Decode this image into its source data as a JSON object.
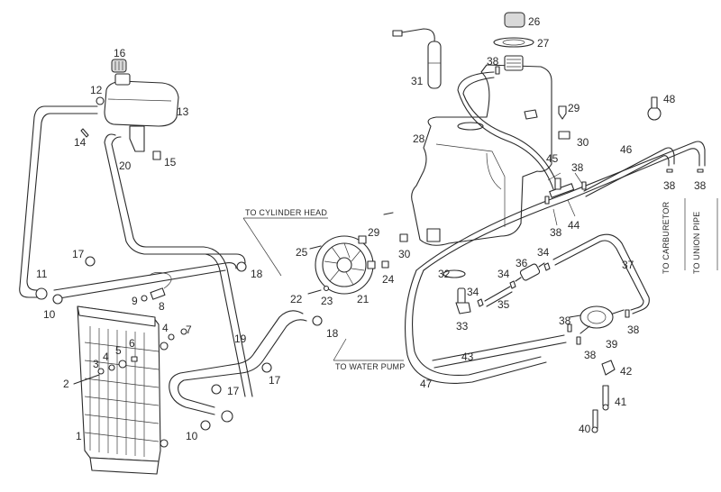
{
  "diagram": {
    "type": "exploded parts diagram",
    "subject": "cooling system and fuel tank assembly",
    "line_color": "#2a2a2a",
    "background_color": "#ffffff"
  },
  "annotations": {
    "to_cylinder_head": "TO CYLINDER HEAD",
    "to_water_pump": "TO WATER PUMP",
    "to_carburetor": "TO CARBURETOR",
    "to_union_pipe": "TO UNION PIPE"
  },
  "callouts": {
    "c1": "1",
    "c2": "2",
    "c3": "3",
    "c4a": "4",
    "c4b": "4",
    "c5": "5",
    "c6": "6",
    "c7": "7",
    "c8": "8",
    "c9": "9",
    "c10a": "10",
    "c10b": "10",
    "c11": "11",
    "c12": "12",
    "c13": "13",
    "c14": "14",
    "c15": "15",
    "c16": "16",
    "c17a": "17",
    "c17b": "17",
    "c17c": "17",
    "c18a": "18",
    "c18b": "18",
    "c19": "19",
    "c20": "20",
    "c21": "21",
    "c22": "22",
    "c23": "23",
    "c24": "24",
    "c25": "25",
    "c26": "26",
    "c27": "27",
    "c28": "28",
    "c29a": "29",
    "c29b": "29",
    "c30a": "30",
    "c30b": "30",
    "c31": "31",
    "c32": "32",
    "c33": "33",
    "c34a": "34",
    "c34b": "34",
    "c34c": "34",
    "c35": "35",
    "c36": "36",
    "c37": "37",
    "c38a": "38",
    "c38b": "38",
    "c38c": "38",
    "c38d": "38",
    "c38e": "38",
    "c38f": "38",
    "c38g": "38",
    "c38h": "38",
    "c39": "39",
    "c40": "40",
    "c41": "41",
    "c42": "42",
    "c43": "43",
    "c44": "44",
    "c45": "45",
    "c46": "46",
    "c47": "47",
    "c48": "48"
  },
  "parts": [
    {
      "ref": "1",
      "name": "radiator"
    },
    {
      "ref": "13",
      "name": "expansion tank"
    },
    {
      "ref": "16",
      "name": "expansion tank cap"
    },
    {
      "ref": "21",
      "name": "cooling fan"
    },
    {
      "ref": "26",
      "name": "fuel tank cap"
    },
    {
      "ref": "27",
      "name": "filler gasket"
    },
    {
      "ref": "28",
      "name": "fuel tank"
    },
    {
      "ref": "31",
      "name": "fuel level sender"
    },
    {
      "ref": "36",
      "name": "fuel filter"
    },
    {
      "ref": "39",
      "name": "fuel pump"
    }
  ]
}
